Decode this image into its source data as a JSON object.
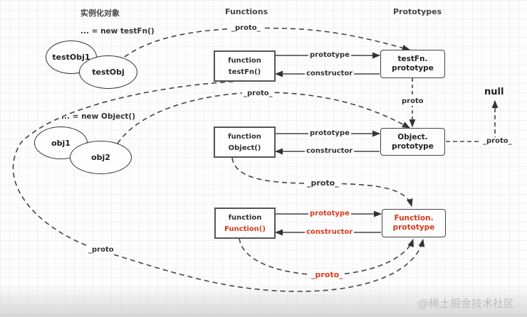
{
  "columns": {
    "instances": "实例化对象",
    "functions": "Functions",
    "prototypes": "Prototypes"
  },
  "captions": {
    "new_testfn": "... = new testFn()",
    "new_object": "... = new Object()"
  },
  "instances": {
    "testfn_group": [
      "testObj1",
      "testObj"
    ],
    "object_group": [
      "obj1",
      "obj2"
    ]
  },
  "functions": [
    {
      "line1": "function",
      "line2": "testFn()",
      "highlight": false
    },
    {
      "line1": "function",
      "line2": "Object()",
      "highlight": false
    },
    {
      "line1": "function",
      "line2": "Function()",
      "highlight": true
    }
  ],
  "prototypes": [
    {
      "line1": "testFn.",
      "line2": "prototype",
      "highlight": false
    },
    {
      "line1": "Object.",
      "line2": "prototype",
      "highlight": false
    },
    {
      "line1": "Function.",
      "line2": "prototype",
      "highlight": true
    }
  ],
  "edge_labels": {
    "prototype": "prototype",
    "constructor": "constructor",
    "proto_top": "_proto_",
    "proto_obj": "_proto_",
    "proto_testfn_proto": "proto",
    "proto_object_proto": "_proto_",
    "proto_object_fn": "_proto_",
    "proto_function_fn": "_proto_",
    "proto_left": "_proto"
  },
  "null_label": "null",
  "colors": {
    "highlight": "#d9381e",
    "line": "#444444"
  },
  "watermark": "@稀土掘金技术社区"
}
